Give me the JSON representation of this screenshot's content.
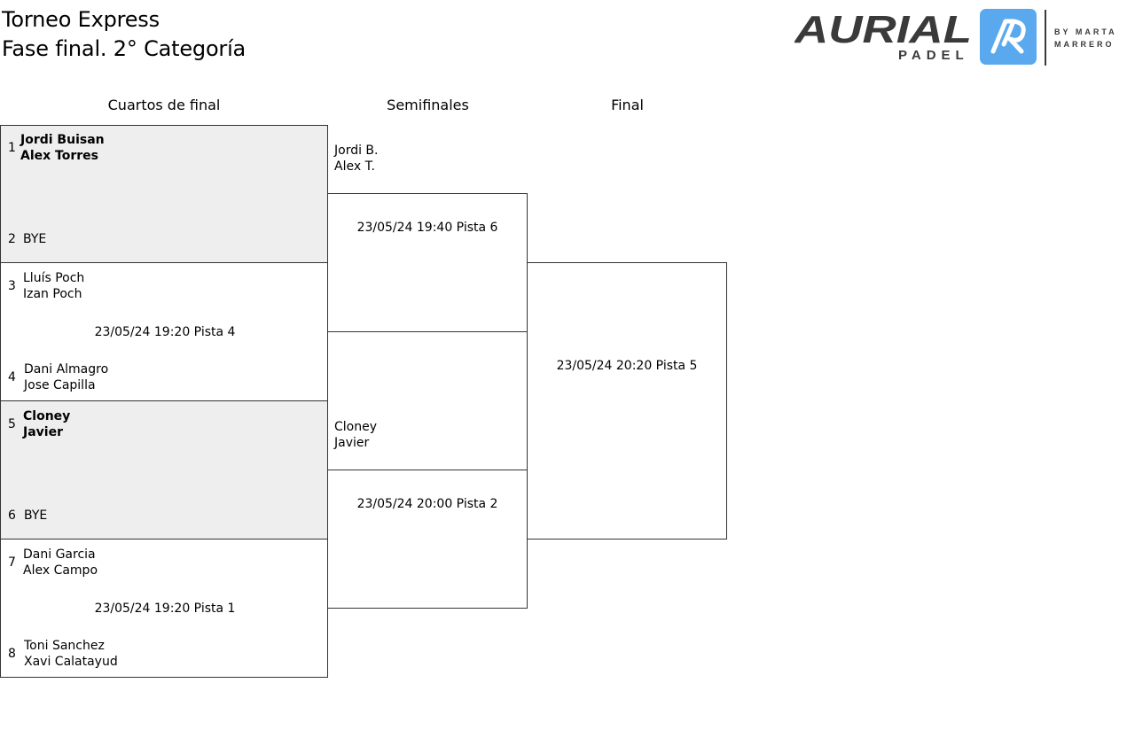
{
  "header": {
    "title_line1": "Torneo Express",
    "title_line2": "Fase final. 2° Categoría"
  },
  "logo": {
    "brand": "AURIAL",
    "sub": "PADEL",
    "by_line1": "BY  MARTA",
    "by_line2": "MARRERO",
    "mark_color": "#5aa9ee",
    "text_color": "#3a3a3a"
  },
  "columns": {
    "quarterfinals": "Cuartos de final",
    "semifinals": "Semifinales",
    "final": "Final"
  },
  "quarterfinals": [
    {
      "top": {
        "seed": "1",
        "p1": "Jordi Buisan",
        "p2": "Alex Torres"
      },
      "bottom": {
        "seed": "2",
        "p1": "BYE",
        "p2": ""
      },
      "schedule": ""
    },
    {
      "top": {
        "seed": "3",
        "p1": "Lluís Poch",
        "p2": "Izan Poch"
      },
      "bottom": {
        "seed": "4",
        "p1": "Dani Almagro",
        "p2": "Jose Capilla"
      },
      "schedule": "23/05/24 19:20 Pista 4"
    },
    {
      "top": {
        "seed": "5",
        "p1": "Cloney",
        "p2": "Javier"
      },
      "bottom": {
        "seed": "6",
        "p1": "BYE",
        "p2": ""
      },
      "schedule": ""
    },
    {
      "top": {
        "seed": "7",
        "p1": "Dani Garcia",
        "p2": "Alex Campo"
      },
      "bottom": {
        "seed": "8",
        "p1": "Toni Sanchez",
        "p2": "Xavi Calatayud"
      },
      "schedule": "23/05/24 19:20 Pista 1"
    }
  ],
  "semifinals": [
    {
      "top_p1": "Jordi B.",
      "top_p2": "Alex T.",
      "schedule": "23/05/24 19:40 Pista 6"
    },
    {
      "top_p1": "Cloney",
      "top_p2": "Javier",
      "schedule": "23/05/24 20:00 Pista 2"
    }
  ],
  "final": {
    "schedule": "23/05/24 20:20 Pista 5"
  }
}
